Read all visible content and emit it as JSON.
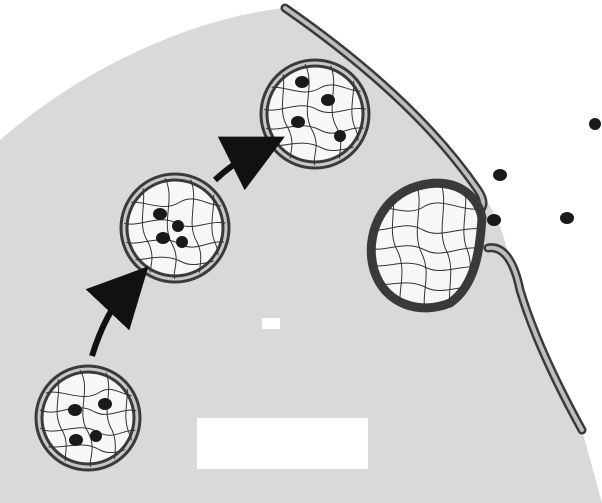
{
  "diagram": {
    "vesicles": [
      {
        "name": "vesicle-1",
        "particles": 4
      },
      {
        "name": "vesicle-2",
        "particles": 4
      },
      {
        "name": "vesicle-3",
        "particles": 4
      },
      {
        "name": "fusing-vesicle",
        "particles": 0
      }
    ],
    "released_particles": 4,
    "arrows": 2,
    "label_boxes": [
      "",
      ""
    ],
    "colors": {
      "cytoplasm": "#d9d9d9",
      "membrane": "#3a3a3a",
      "vesicle_fill": "#f7f7f7",
      "particle": "#1a1a1a"
    }
  }
}
